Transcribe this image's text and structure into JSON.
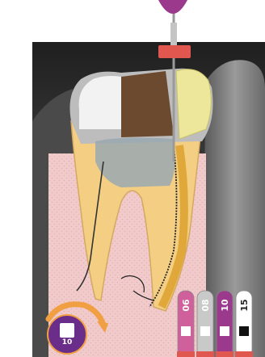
{
  "files": [
    {
      "label": "06",
      "name": "file-06",
      "color": "#d0609c",
      "text_color": "#ffffff"
    },
    {
      "label": "08",
      "name": "file-08",
      "color": "#c9c9c9",
      "text_color": "#ffffff"
    },
    {
      "label": "10",
      "name": "file-10",
      "color": "#9b3a8c",
      "text_color": "#ffffff"
    },
    {
      "label": "15",
      "name": "file-15",
      "color": "#ffffff",
      "text_color": "#222222"
    }
  ],
  "rotation_badge": {
    "number": "10",
    "color": "#6b2d8a"
  },
  "colors": {
    "crown_filling": "#6b4a2f",
    "restoration": "#ece79a",
    "root": "#f4cf83",
    "gum": "#f0c8c8",
    "file_stopper": "#e0574f",
    "canal_fill": "#e0a83a"
  },
  "icons": [
    "rotation-arrow-icon",
    "stop-square-icon"
  ]
}
